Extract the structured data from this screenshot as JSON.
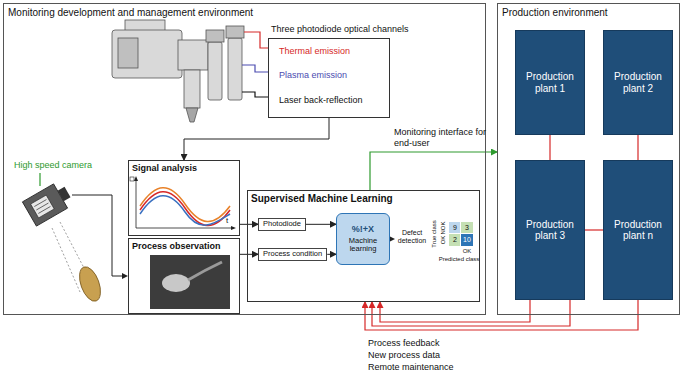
{
  "diagram": {
    "nodes": [
      {
        "text": [
          "Monitoring development and management environment"
        ]
      },
      {
        "text": [
          "Three photodiode optical channels",
          "Thermal emission",
          "Plasma emission",
          "Laser back-reflection"
        ],
        "in": 0
      },
      {
        "text": [
          "Signal analysis"
        ],
        "in": 0
      },
      {
        "text": [
          "Process observation"
        ],
        "in": 0
      },
      {
        "text": [
          "Supervised Machine Learning"
        ],
        "in": 0
      },
      {
        "text": [
          "Photodiode"
        ],
        "in": 4
      },
      {
        "text": [
          "Process condition"
        ],
        "in": 4
      },
      {
        "text": [
          "%!+X",
          "Machine learning"
        ],
        "in": 4
      },
      {
        "text": [
          "Production environment"
        ]
      },
      {
        "text": [
          "Production plant 1"
        ],
        "in": 8
      },
      {
        "text": [
          "Production plant 2"
        ],
        "in": 8
      },
      {
        "text": [
          "Production plant 3"
        ],
        "in": 8
      },
      {
        "text": [
          "Production plant n"
        ],
        "in": 8
      }
    ],
    "edges": [
      {
        "from": 1,
        "to": 2,
        "arrow": "to"
      },
      {
        "from": 2,
        "to": 5,
        "arrow": "to"
      },
      {
        "from": 3,
        "to": 6,
        "arrow": "to"
      },
      {
        "from": 5,
        "to": 7,
        "arrow": "to"
      },
      {
        "from": 6,
        "to": 7,
        "arrow": "to"
      },
      {
        "from": 4,
        "to": 8,
        "label": "Monitoring interface for end-user",
        "arrow": "to"
      },
      {
        "from": 11,
        "to": 4,
        "arrow": "to"
      },
      {
        "from": 12,
        "to": 4,
        "arrow": "to"
      },
      {
        "from": 9,
        "to": 11,
        "arrow": "none"
      },
      {
        "from": 10,
        "to": 12,
        "arrow": "none"
      },
      {
        "from": 11,
        "to": 12,
        "arrow": "none"
      }
    ],
    "labels": [
      "High speed camera",
      "t",
      "Defect detection",
      "True class",
      "NOK",
      "OK",
      "9",
      "3",
      "2",
      "10",
      "OK",
      "Predicted class",
      "Process feedback",
      "New process data",
      "Remote maintenance"
    ]
  }
}
